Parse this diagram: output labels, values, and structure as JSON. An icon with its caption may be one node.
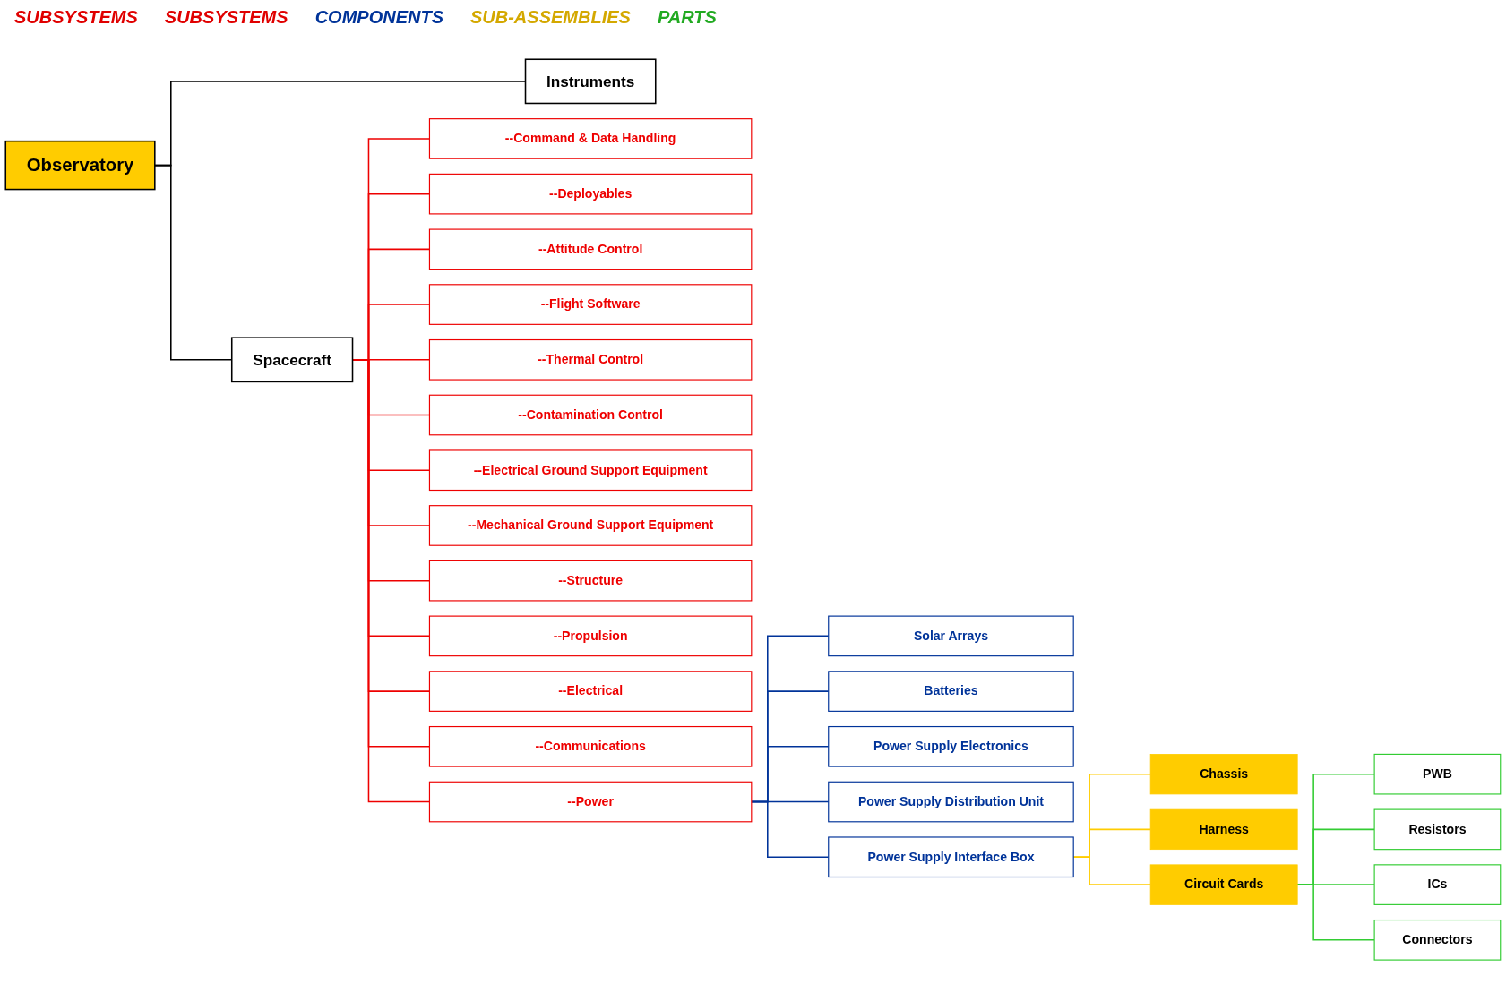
{
  "diagram": {
    "nodes": [
      {
        "text": [
          "Observatory"
        ]
      },
      {
        "text": [
          "Spacecraft"
        ]
      },
      {
        "text": [
          "Instruments"
        ]
      },
      {
        "text": [
          "--Structure"
        ]
      },
      {
        "text": [
          "--Propulsion"
        ]
      },
      {
        "text": [
          "--Electrical"
        ]
      },
      {
        "text": [
          "--Communications"
        ]
      },
      {
        "text": [
          "--Power"
        ]
      },
      {
        "text": [
          "Solar Arrays"
        ]
      },
      {
        "text": [
          "Batteries"
        ]
      },
      {
        "text": [
          "Power Supply Electronics"
        ]
      },
      {
        "text": [
          "Power Supply Distribution Unit"
        ]
      },
      {
        "text": [
          "Power Supply Interface Box"
        ]
      },
      {
        "text": [
          "Chassis"
        ]
      },
      {
        "text": [
          "Harness"
        ]
      },
      {
        "text": [
          "Circuit Cards"
        ]
      },
      {
        "text": [
          "PWB"
        ]
      },
      {
        "text": [
          "Resistors"
        ]
      },
      {
        "text": [
          "ICs"
        ]
      },
      {
        "text": [
          "Connectors"
        ]
      },
      {
        "text": [
          "--Command & Data Handling"
        ]
      },
      {
        "text": [
          "--Deployables"
        ]
      },
      {
        "text": [
          "--Attitude Control"
        ]
      },
      {
        "text": [
          "--Flight Software"
        ]
      },
      {
        "text": [
          "--Thermal Control"
        ]
      },
      {
        "text": [
          "--Contamination Control"
        ]
      },
      {
        "text": [
          "--Electrical Ground Support Equipment"
        ]
      },
      {
        "text": [
          "--Mechanical Ground Support Equipment"
        ]
      }
    ],
    "edges": [
      {
        "from": 0,
        "to": 1,
        "arrow": "none",
        "color": "#000000"
      },
      {
        "from": 0,
        "to": 2,
        "arrow": "none",
        "color": "#000000"
      },
      {
        "from": 1,
        "to": 3,
        "arrow": "none"
      },
      {
        "from": 1,
        "to": 4,
        "arrow": "none"
      },
      {
        "from": 1,
        "to": 5,
        "arrow": "none"
      },
      {
        "from": 1,
        "to": 6,
        "arrow": "none"
      },
      {
        "from": 1,
        "to": 7,
        "arrow": "none"
      },
      {
        "from": 7,
        "to": 8,
        "arrow": "none",
        "color": "#003399"
      },
      {
        "from": 7,
        "to": 9,
        "arrow": "none",
        "color": "#003399"
      },
      {
        "from": 7,
        "to": 10,
        "arrow": "none",
        "color": "#003399"
      },
      {
        "from": 7,
        "to": 11,
        "arrow": "none",
        "color": "#003399"
      },
      {
        "from": 7,
        "to": 12,
        "arrow": "none",
        "color": "#003399"
      },
      {
        "from": 12,
        "to": 13,
        "arrow": "none",
        "color": "#ffcc00"
      },
      {
        "from": 12,
        "to": 14,
        "arrow": "none",
        "color": "#ffcc00"
      },
      {
        "from": 12,
        "to": 15,
        "arrow": "none",
        "color": "#ffcc00"
      },
      {
        "from": 15,
        "to": 16,
        "arrow": "none",
        "color": "#33cc33"
      },
      {
        "from": 15,
        "to": 17,
        "arrow": "none",
        "color": "#33cc33"
      },
      {
        "from": 15,
        "to": 18,
        "arrow": "none",
        "color": "#33cc33"
      },
      {
        "from": 15,
        "to": 19,
        "arrow": "none",
        "color": "#33cc33"
      },
      {
        "from": 1,
        "to": 20,
        "arrow": "none"
      },
      {
        "from": 1,
        "to": 21,
        "arrow": "none"
      },
      {
        "from": 1,
        "to": 22,
        "arrow": "none"
      },
      {
        "from": 1,
        "to": 23,
        "arrow": "none"
      },
      {
        "from": 1,
        "to": 24,
        "arrow": "none"
      },
      {
        "from": 1,
        "to": 25,
        "arrow": "none"
      },
      {
        "from": 1,
        "to": 26,
        "arrow": "none"
      },
      {
        "from": 1,
        "to": 27,
        "arrow": "none"
      }
    ],
    "labels": [
      "SUBSYSTEMS",
      "SUBSYSTEMS",
      "COMPONENTS",
      "SUB-ASSEMBLIES",
      "PARTS"
    ]
  }
}
